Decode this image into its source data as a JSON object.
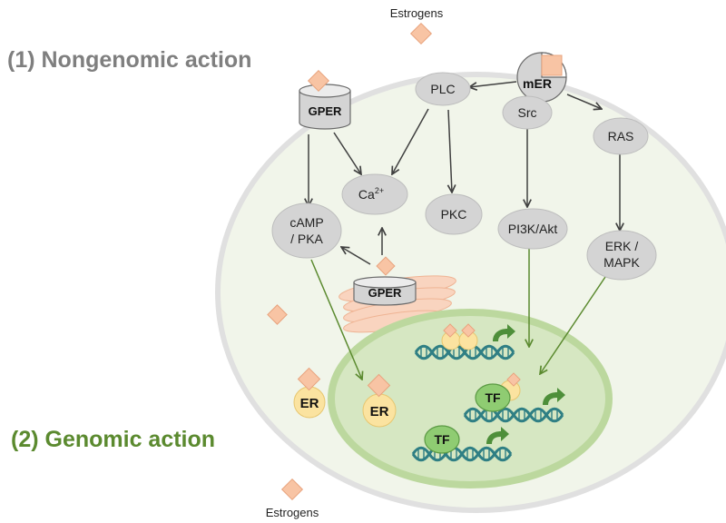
{
  "headings": {
    "nongenomic": "(1) Nongenomic action",
    "genomic": "(2) Genomic action"
  },
  "labels": {
    "estrogens_top": "Estrogens",
    "estrogens_bottom": "Estrogens",
    "gper_membrane": "GPER",
    "gper_er": "GPER",
    "mer": "mER",
    "plc": "PLC",
    "src": "Src",
    "ras": "RAS",
    "ca": "Ca",
    "ca_sup": "2+",
    "camp_line1": "cAMP",
    "camp_line2": "/ PKA",
    "pkc": "PKC",
    "pi3k": "PI3K/Akt",
    "erk_line1": "ERK /",
    "erk_line2": "MAPK",
    "er_cytoplasm": "ER",
    "er_nucleus": "ER",
    "tf_upper": "TF",
    "tf_lower": "TF"
  },
  "colors": {
    "cell_fill": "#f1f5ea",
    "cell_border": "#e0e0e0",
    "nucleus_fill": "#d6e7c2",
    "nucleus_border": "#bcd89e",
    "node_fill": "#d4d4d4",
    "estrogen": "#f8c4a4",
    "receptor": "#fbe3a0",
    "tf": "#8fcc72",
    "arrow_dark": "#404040",
    "arrow_green": "#5b8a2f",
    "dna": "#2f7f84",
    "heading_grey": "#7f7f7f",
    "heading_green": "#5b8a2f"
  }
}
